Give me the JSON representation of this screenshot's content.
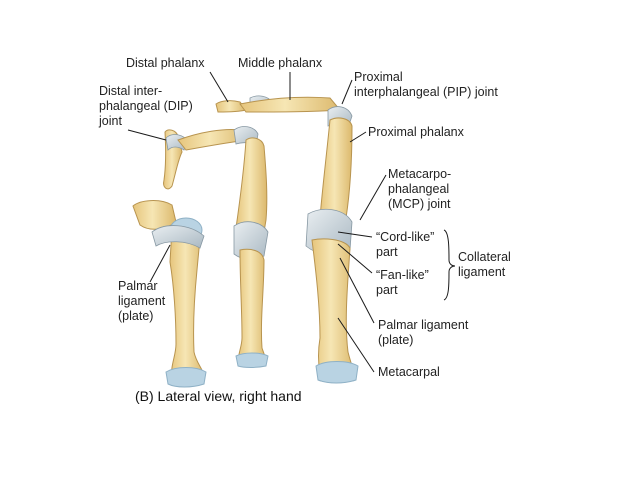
{
  "labels": {
    "distal_phalanx": "Distal phalanx",
    "middle_phalanx": "Middle phalanx",
    "pip_line1": "Proximal",
    "pip_line2": "interphalangeal (PIP) joint",
    "dip_line1": "Distal inter-",
    "dip_line2": "phalangeal (DIP)",
    "dip_line3": "joint",
    "proximal_phalanx": "Proximal phalanx",
    "mcp_line1": "Metacarpo-",
    "mcp_line2": "phalangeal",
    "mcp_line3": "(MCP) joint",
    "cord_line1": "“Cord-like”",
    "cord_line2": "part",
    "fan_line1": "“Fan-like”",
    "fan_line2": "part",
    "collateral_line1": "Collateral",
    "collateral_line2": "ligament",
    "palmar_left_line1": "Palmar",
    "palmar_left_line2": "ligament",
    "palmar_left_line3": "(plate)",
    "palmar_right_line1": "Palmar ligament",
    "palmar_right_line2": "(plate)",
    "metacarpal": "Metacarpal"
  },
  "caption": "(B) Lateral view, right hand",
  "colors": {
    "bone": "#f1dca0",
    "bone_shade": "#d9b870",
    "bone_outline": "#b8944f",
    "cartilage": "#b9d3e3",
    "ligament": "#cfd8de",
    "leader": "#1a1a1a"
  }
}
